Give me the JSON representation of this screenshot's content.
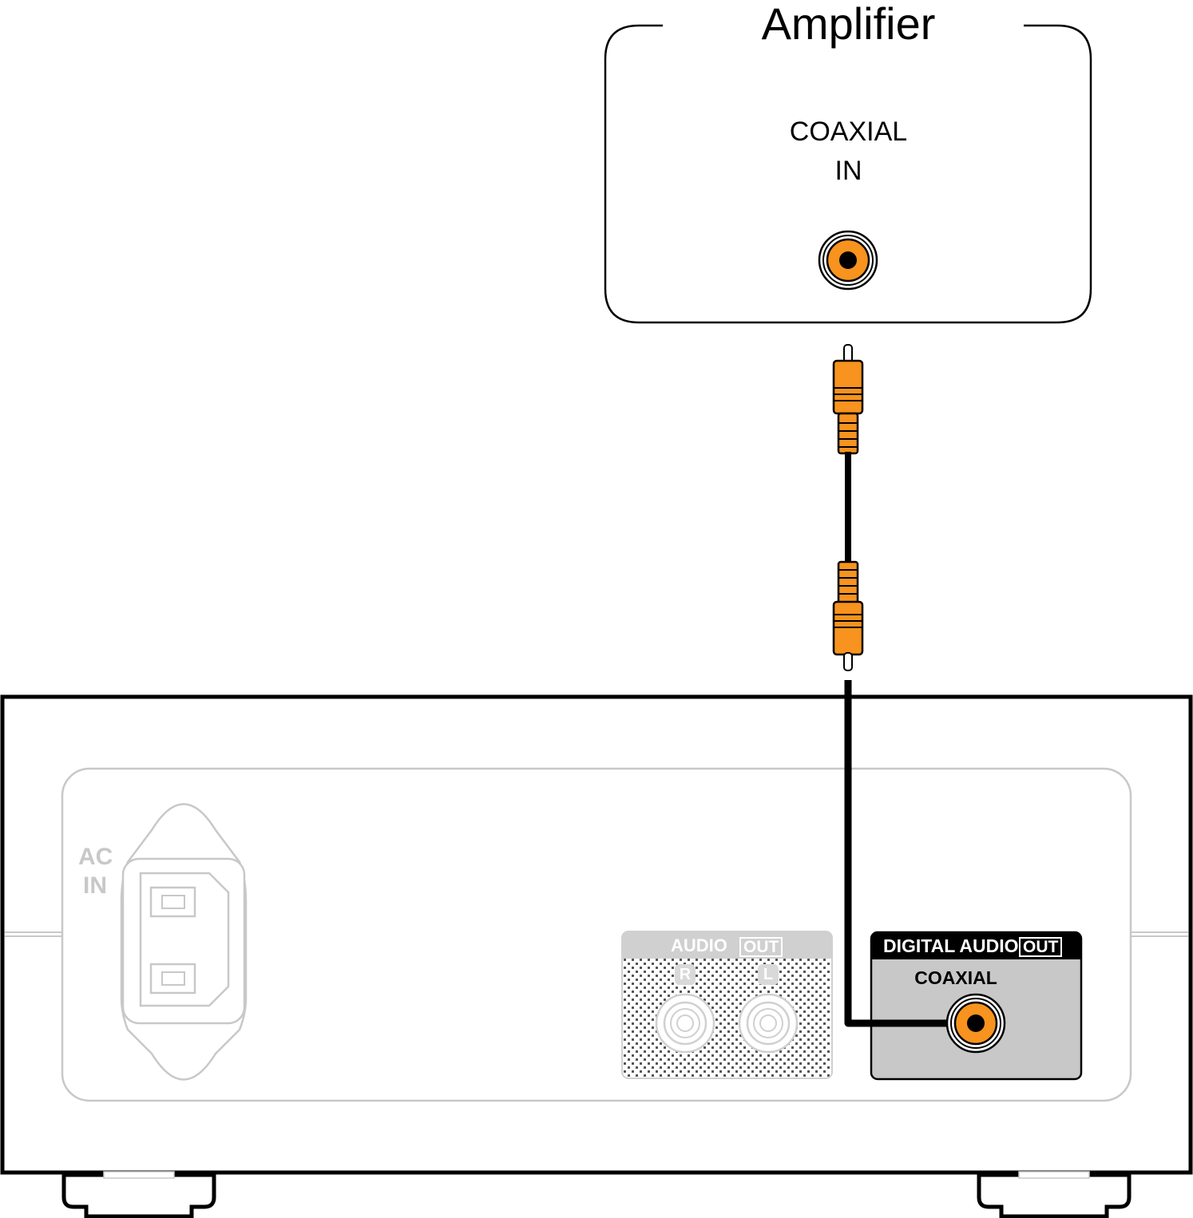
{
  "amplifier": {
    "title": "Amplifier",
    "input_label_line1": "COAXIAL",
    "input_label_line2": "IN",
    "jack_color": "#f7931e"
  },
  "player": {
    "ac_in_line1": "AC",
    "ac_in_line2": "IN",
    "audio_out": {
      "title": "AUDIO",
      "out_badge": "OUT",
      "right_channel": "R",
      "left_channel": "L"
    },
    "digital_audio_out": {
      "title": "DIGITAL AUDIO",
      "out_badge": "OUT",
      "connector_label": "COAXIAL",
      "jack_color": "#f7931e"
    }
  },
  "cable": {
    "plug_color": "#f7931e",
    "wire_color": "#000000"
  },
  "colors": {
    "faded_grey": "#c8c8c8",
    "panel_grey": "#c8c8c8",
    "orange": "#f7931e"
  }
}
